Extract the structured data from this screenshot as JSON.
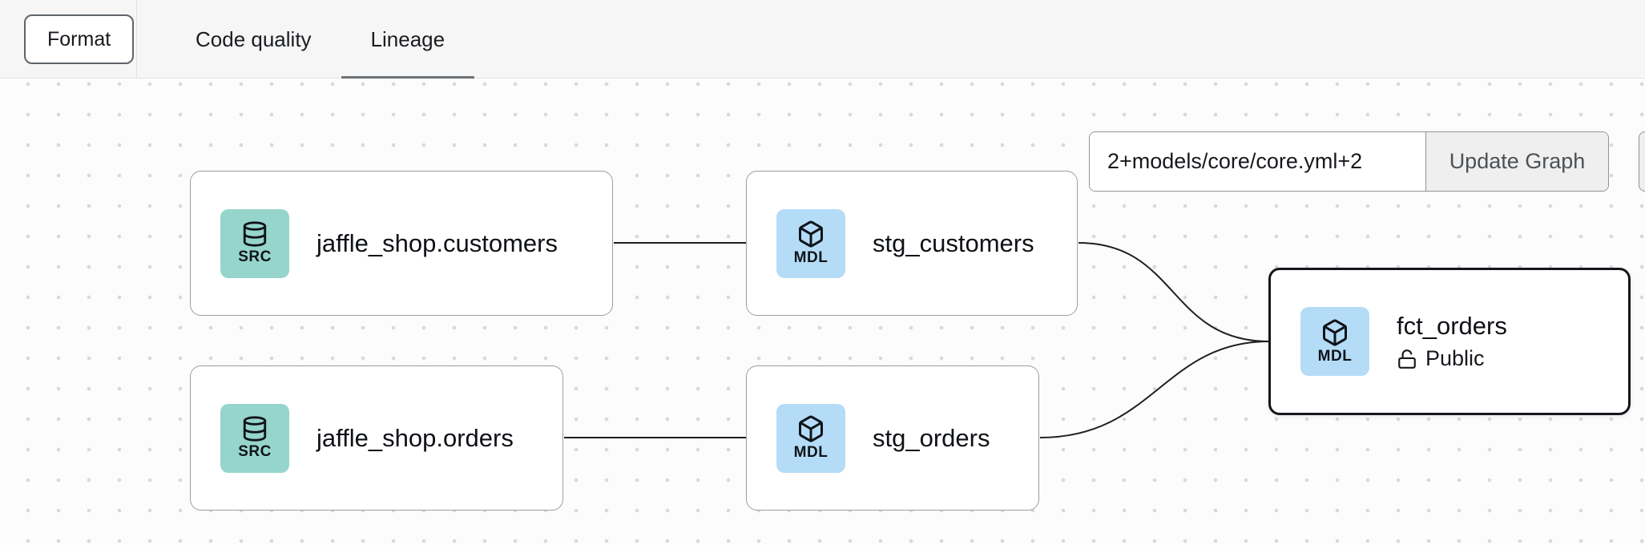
{
  "toolbar": {
    "format_button": "Format",
    "tabs": [
      {
        "label": "Code quality",
        "active": false
      },
      {
        "label": "Lineage",
        "active": true
      }
    ]
  },
  "graph_controls": {
    "model_selector_value": "2+models/core/core.yml+2",
    "update_graph_button": "Update Graph"
  },
  "lineage": {
    "nodes": [
      {
        "label": "jaffle_shop.customers",
        "badge": "SRC",
        "kind": "source",
        "selected": false
      },
      {
        "label": "stg_customers",
        "badge": "MDL",
        "kind": "model",
        "selected": false
      },
      {
        "label": "jaffle_shop.orders",
        "badge": "SRC",
        "kind": "source",
        "selected": false
      },
      {
        "label": "stg_orders",
        "badge": "MDL",
        "kind": "model",
        "selected": false
      },
      {
        "label": "fct_orders",
        "badge": "MDL",
        "kind": "model",
        "access": "Public",
        "selected": true
      }
    ],
    "edges": [
      {
        "from": "jaffle_shop.customers",
        "to": "stg_customers"
      },
      {
        "from": "jaffle_shop.orders",
        "to": "stg_orders"
      },
      {
        "from": "stg_customers",
        "to": "fct_orders"
      },
      {
        "from": "stg_orders",
        "to": "fct_orders"
      }
    ]
  },
  "colors": {
    "source_badge_bg": "#96d5cc",
    "model_badge_bg": "#b5dcf7",
    "active_tab_underline": "#6c7278",
    "selected_node_border": "#14181c",
    "edge": "#1f1f1f"
  }
}
